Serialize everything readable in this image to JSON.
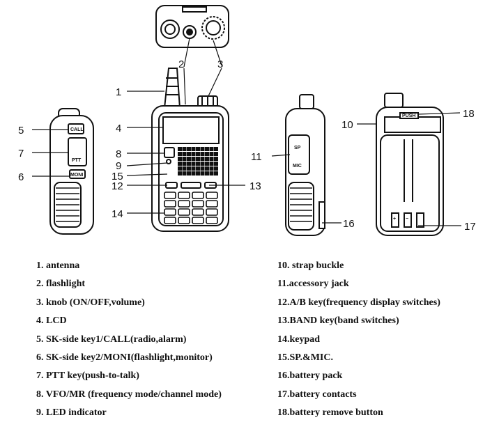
{
  "callouts": {
    "c1": "1",
    "c2": "2",
    "c3": "3",
    "c4": "4",
    "c5": "5",
    "c6": "6",
    "c7": "7",
    "c8": "8",
    "c9": "9",
    "c10": "10",
    "c11": "11",
    "c12": "12",
    "c13": "13",
    "c14": "14",
    "c15": "15",
    "c16": "16",
    "c17": "17",
    "c18": "18"
  },
  "key_labels": {
    "call": "CALL",
    "ptt": "PTT",
    "moni": "MONI",
    "sp": "SP",
    "mic": "MIC",
    "push": "PUSH",
    "plus": "+",
    "minus": "−"
  },
  "legend": {
    "left": [
      "1. antenna",
      "2. flashlight",
      "3. knob (ON/OFF,volume)",
      "4. LCD",
      "5. SK-side key1/CALL(radio,alarm)",
      "6. SK-side key2/MONI(flashlight,monitor)",
      "7. PTT key(push-to-talk)",
      "8. VFO/MR (frequency mode/channel mode)",
      "9. LED indicator"
    ],
    "right": [
      "10. strap buckle",
      "11.accessory jack",
      "12.A/B key(frequency display switches)",
      "13.BAND key(band switches)",
      "14.keypad",
      "15.SP.&MIC.",
      "16.battery pack",
      "17.battery contacts",
      "18.battery remove button"
    ]
  }
}
